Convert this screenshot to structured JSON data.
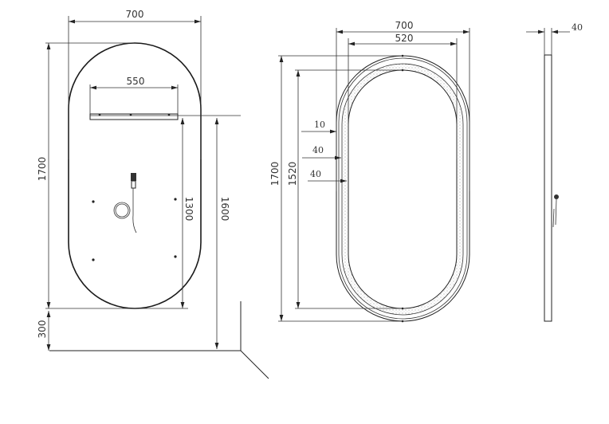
{
  "colors": {
    "line": "#222222",
    "background": "#ffffff"
  },
  "back_view": {
    "width": "700",
    "shelf_width": "550",
    "height": "1700",
    "shelf_to_bottom": "1300",
    "shelf_to_floor": "1600",
    "floor_clearance": "300"
  },
  "front_view": {
    "width": "700",
    "inner_width": "520",
    "height": "1700",
    "inner_height": "1520",
    "frame_edge": "10",
    "frame_band": "40",
    "light_band": "40"
  },
  "side_view": {
    "depth": "40"
  }
}
